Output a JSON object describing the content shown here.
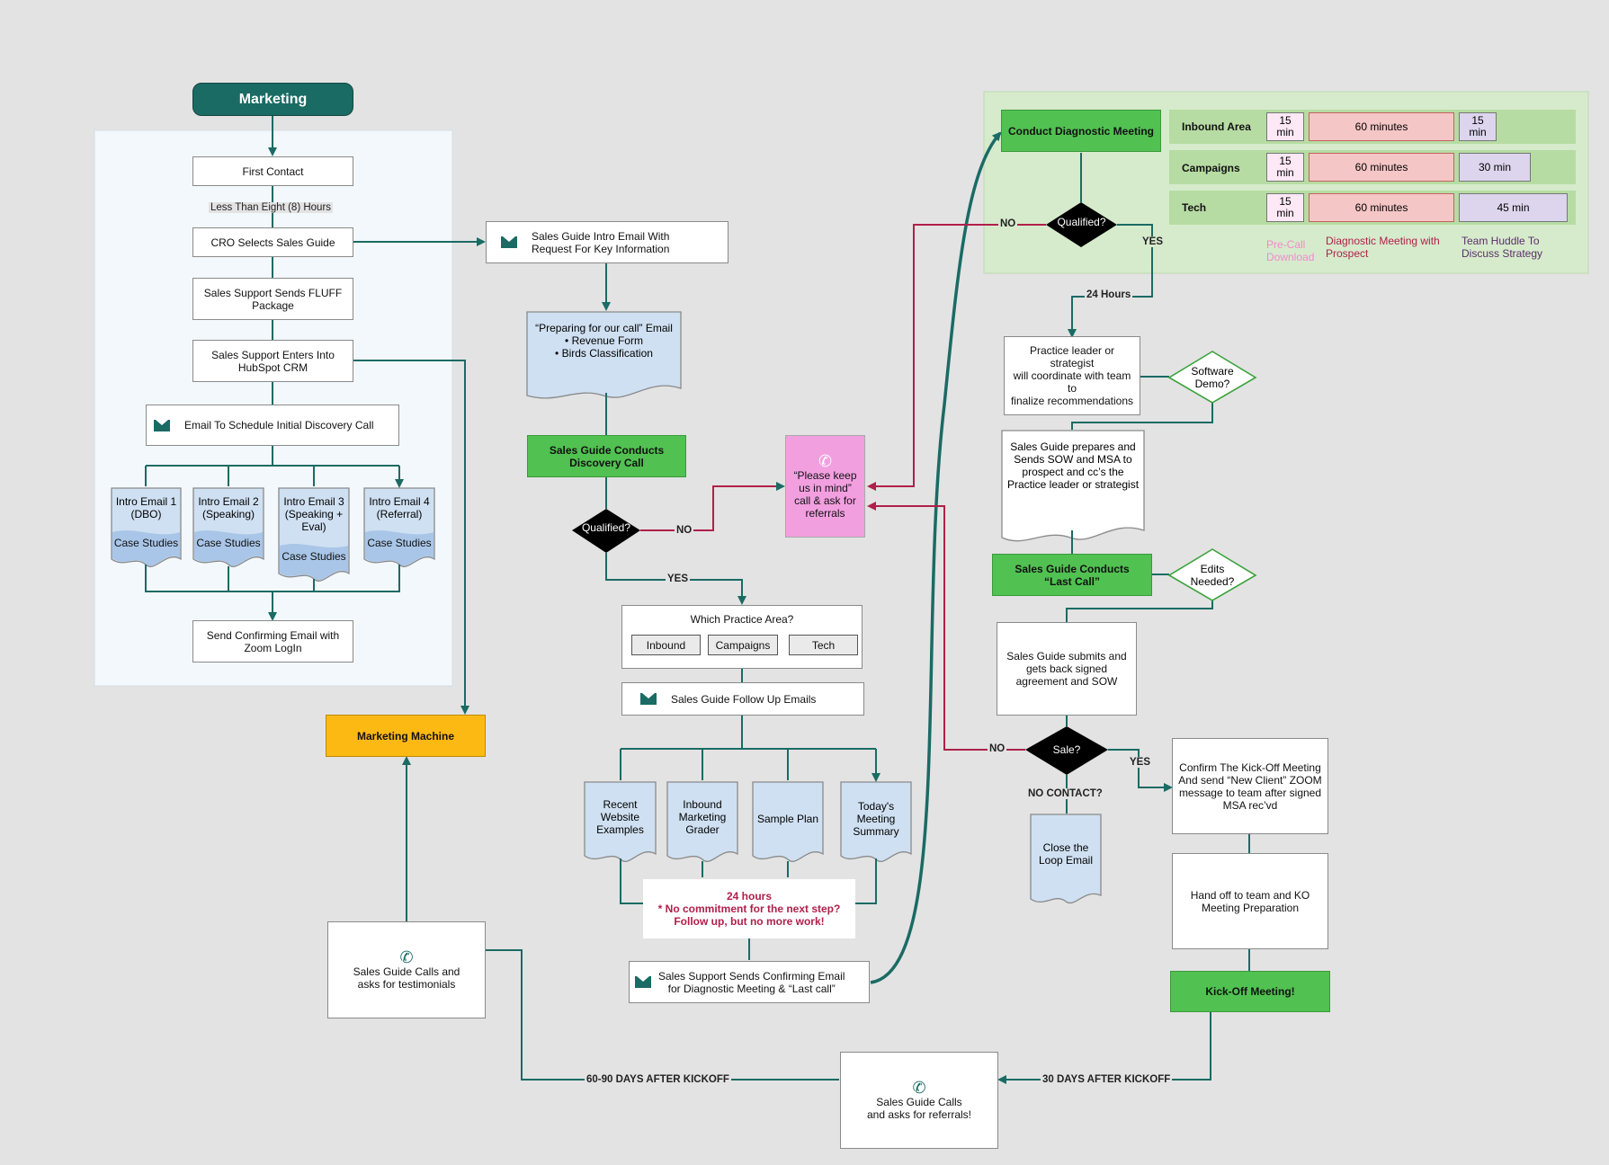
{
  "colors": {
    "teal": "#1a6b64",
    "magenta": "#b0204a",
    "green": "#51c151",
    "pink": "#f29fe0",
    "yellow": "#fdb913",
    "lightblue": "#cfe0f2"
  },
  "left": {
    "marketing": "Marketing",
    "first_contact": "First Contact",
    "less_than": "Less Than Eight (8) Hours",
    "cro_selects": "CRO Selects Sales Guide",
    "fluff": "Sales Support Sends FLUFF\nPackage",
    "hubspot": "Sales Support Enters Into\nHubSpot CRM",
    "email_schedule": "Email To Schedule Initial Discovery Call",
    "intro_emails": [
      {
        "title": "Intro Email 1\n(DBO)",
        "sub": "Case Studies"
      },
      {
        "title": "Intro Email 2\n(Speaking)",
        "sub": "Case Studies"
      },
      {
        "title": "Intro Email 3\n(Speaking +\nEval)",
        "sub": "Case Studies"
      },
      {
        "title": "Intro Email 4\n(Referral)",
        "sub": "Case Studies"
      }
    ],
    "confirm_zoom": "Send Confirming Email with\nZoom LogIn",
    "marketing_machine": "Marketing Machine",
    "testimonials": "Sales Guide Calls and\nasks for testimonials"
  },
  "middle": {
    "intro_email": "Sales Guide Intro Email With\nRequest For Key Information",
    "preparing": "“Preparing for our call” Email\n• Revenue Form\n• Birds Classification",
    "discovery": "Sales Guide Conducts\nDiscovery Call",
    "qualified": "Qualified?",
    "no": "NO",
    "yes": "YES",
    "keep_in_mind": "“Please keep\nus in mind”\ncall & ask for\nreferrals",
    "which_area": "Which Practice Area?",
    "areas": [
      "Inbound",
      "Campaigns",
      "Tech"
    ],
    "follow_up": "Sales Guide Follow Up Emails",
    "docs": [
      "Recent\nWebsite\nExamples",
      "Inbound\nMarketing\nGrader",
      "Sample Plan",
      "Today's\nMeeting\nSummary"
    ],
    "note": "24 hours\n* No commitment for the next step?\nFollow up, but no more work!",
    "confirm_diag": "Sales Support Sends Confirming Email\nfor Diagnostic Meeting & “Last call”",
    "referrals": "Sales Guide Calls\nand asks for referrals!",
    "days_60": "60-90 DAYS AFTER KICKOFF",
    "days_30": "30 DAYS AFTER KICKOFF"
  },
  "right": {
    "diag_meeting": "Conduct Diagnostic Meeting",
    "table": [
      {
        "area": "Inbound Area",
        "pre": "15\nmin",
        "diag": "60 minutes",
        "huddle": "15\nmin"
      },
      {
        "area": "Campaigns",
        "pre": "15\nmin",
        "diag": "60 minutes",
        "huddle": "30 min"
      },
      {
        "area": "Tech",
        "pre": "15\nmin",
        "diag": "60 minutes",
        "huddle": "45 min"
      }
    ],
    "legend": {
      "pre": "Pre-Call\nDownload",
      "diag": "Diagnostic Meeting with\nProspect",
      "huddle": "Team Huddle To\nDiscuss Strategy"
    },
    "qualified": "Qualified?",
    "no": "NO",
    "yes": "YES",
    "hours_24": "24 Hours",
    "practice_leader": "Practice leader or strategist\nwill coordinate with team to\nfinalize recommendations",
    "software_demo": "Software\nDemo?",
    "prepares_sow": "Sales Guide prepares and\nSends SOW and MSA to\nprospect and cc’s the\nPractice leader or strategist",
    "last_call": "Sales Guide Conducts\n“Last Call”",
    "edits_needed": "Edits\nNeeded?",
    "submits": "Sales Guide submits and\ngets back signed\nagreement and SOW",
    "sale": "Sale?",
    "sale_no": "NO",
    "sale_yes": "YES",
    "no_contact": "NO CONTACT?",
    "close_loop": "Close the\nLoop Email",
    "confirm_kickoff": "Confirm The Kick-Off Meeting\nAnd send “New Client” ZOOM\nmessage to team after signed\nMSA rec’vd",
    "hand_off": "Hand off to team and KO\nMeeting Preparation",
    "kickoff": "Kick-Off Meeting!"
  }
}
